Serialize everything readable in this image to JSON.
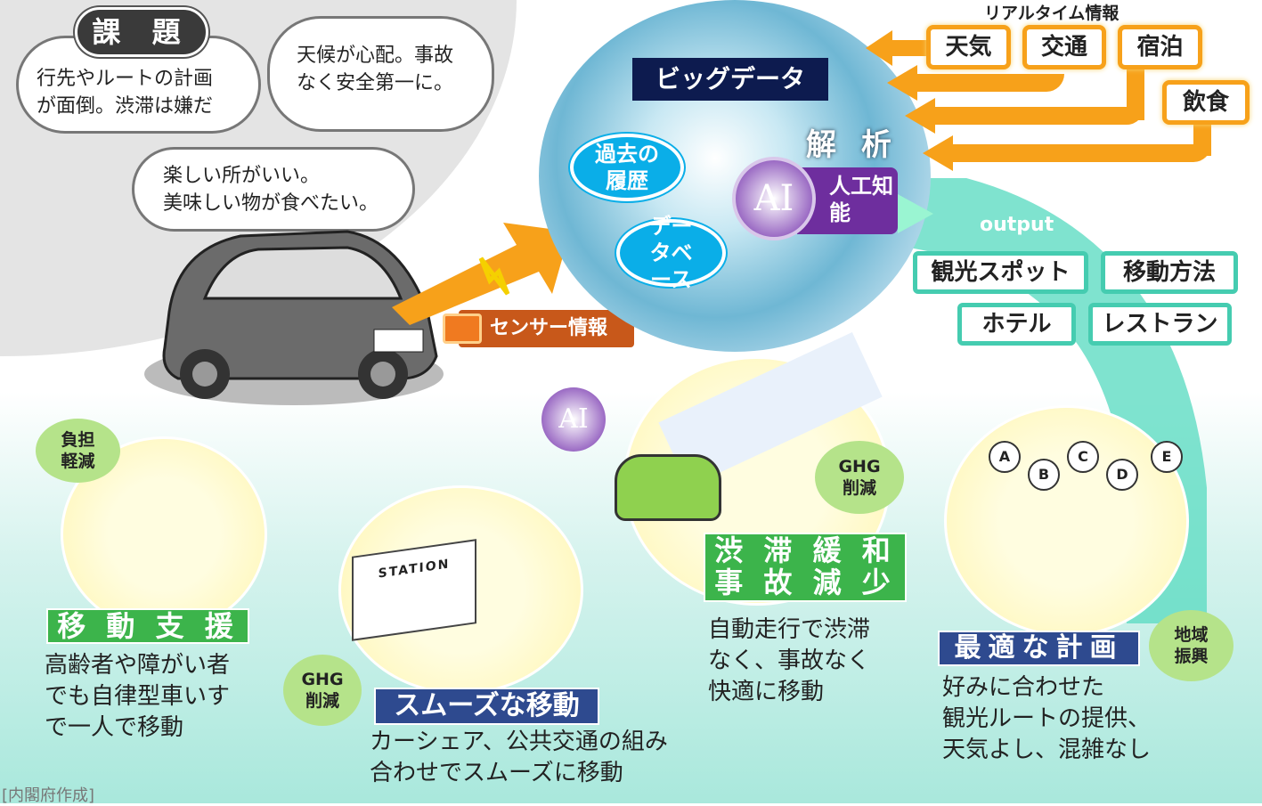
{
  "challenges": {
    "title": "課 題",
    "thoughts": [
      {
        "line1": "行先やルートの計画",
        "line2": "が面倒。渋滞は嫌だ"
      },
      {
        "line1": "天候が心配。事故",
        "line2": "なく安全第一に。"
      },
      {
        "line1": "楽しい所がいい。",
        "line2": "美味しい物が食べたい。"
      }
    ]
  },
  "sensor_label": "センサー情報",
  "big_data": {
    "title": "ビッグデータ",
    "history": "過去の履歴",
    "database": "データベース",
    "analysis": "解 析",
    "ai": "AI",
    "ai_label": "人工知能"
  },
  "realtime": {
    "title": "リアルタイム情報",
    "items": [
      "天気",
      "交通",
      "宿泊",
      "飲食"
    ]
  },
  "output": {
    "label": "output",
    "items": [
      "観光スポット",
      "移動方法",
      "ホテル",
      "レストラン"
    ]
  },
  "benefits": [
    {
      "badge": "負担軽減",
      "label": "移 動 支 援",
      "desc": [
        "高齢者や障がい者",
        "でも自律型車いす",
        "で一人で移動"
      ]
    },
    {
      "badge": "GHG削減",
      "label": "スムーズな移動",
      "desc": [
        "カーシェア、公共交通の組み",
        "合わせでスムーズに移動"
      ],
      "sign": "STATION"
    },
    {
      "badge": "GHG削減",
      "label1": "渋 滞 緩 和",
      "label2": "事 故 減 少",
      "desc": [
        "自動走行で渋滞",
        "なく、事故なく",
        "快適に移動"
      ],
      "ai": "AI"
    },
    {
      "badge": "地域振興",
      "label": "最適な計画",
      "desc": [
        "好みに合わせた",
        "観光ルートの提供、",
        "天気よし、混雑なし"
      ],
      "plans": [
        "A",
        "B",
        "C",
        "D",
        "E"
      ]
    }
  ],
  "footer": "[内閣府作成]",
  "colors": {
    "orange": "#f7a11a",
    "teal": "#45ccb0",
    "green": "#3cb44b",
    "navy": "#2e4a8f",
    "purple": "#6e2e9e",
    "cyan": "#0aaee8"
  }
}
